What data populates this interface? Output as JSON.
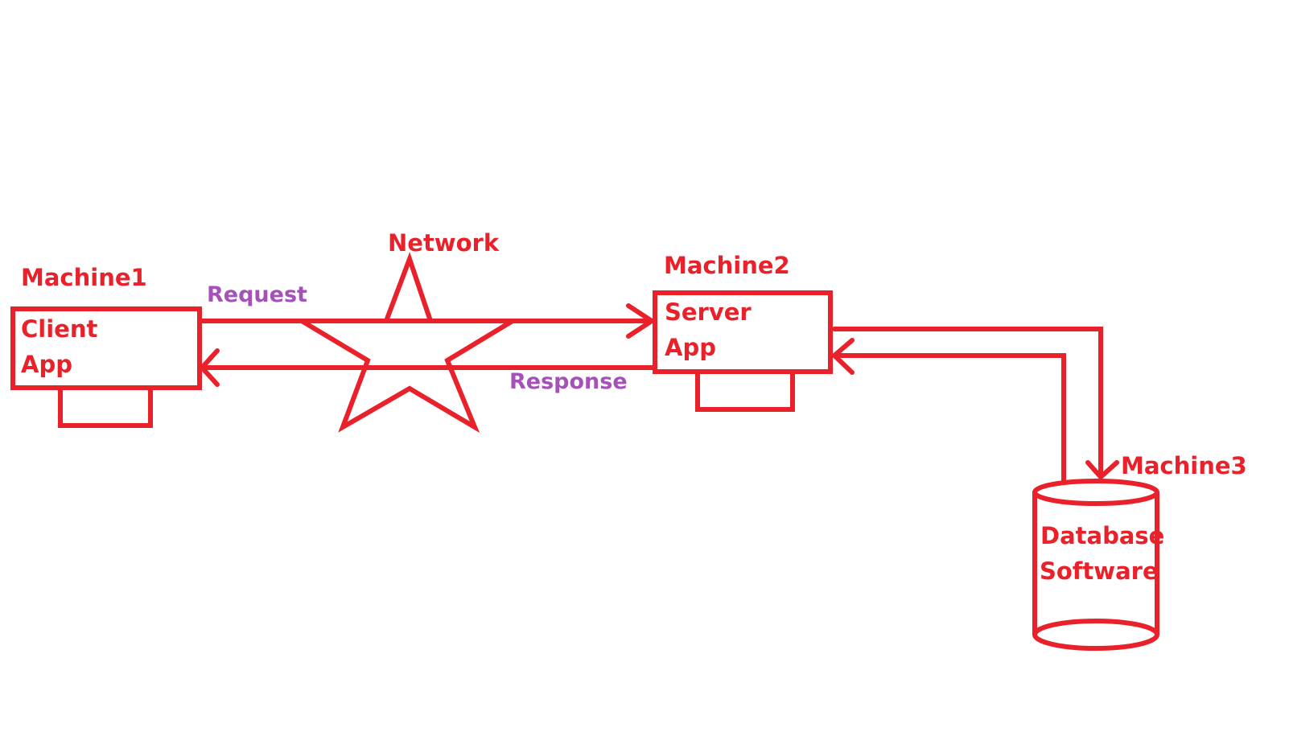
{
  "colors": {
    "stroke": "#e8212b",
    "machine_label": "#e8212b",
    "arrow_label": "#a451b8",
    "background": "#ffffff"
  },
  "labels": {
    "network": "Network",
    "machine1": "Machine1",
    "machine2": "Machine2",
    "machine3": "Machine3",
    "request": "Request",
    "response": "Response"
  },
  "nodes": {
    "client": {
      "line1": "Client",
      "line2": "App"
    },
    "server": {
      "line1": "Server",
      "line2": "App"
    },
    "database": {
      "line1": "Database",
      "line2": "Software"
    }
  }
}
